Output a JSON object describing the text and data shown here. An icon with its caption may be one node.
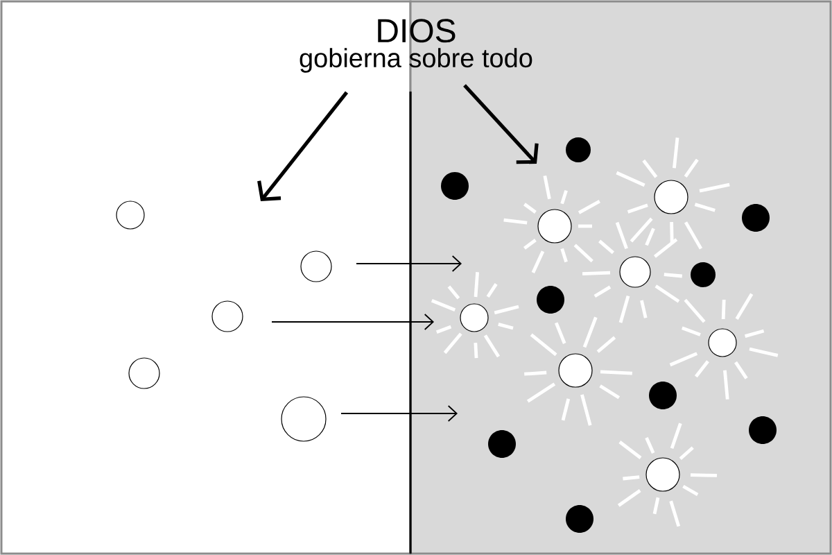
{
  "diagram": {
    "nodes": [
      {
        "text": [
          "DIOS",
          "gobierna sobre todo"
        ]
      },
      {
        "text": [],
        "shape": "box"
      },
      {
        "text": [],
        "shape": "box"
      }
    ],
    "edges": [
      {
        "from": 0,
        "to": 1,
        "arrow": "to",
        "style": "thick"
      },
      {
        "from": 0,
        "to": 2,
        "arrow": "to",
        "style": "thick"
      },
      {
        "from": 1,
        "to": 2,
        "arrow": "to"
      },
      {
        "from": 1,
        "to": 2,
        "arrow": "to"
      },
      {
        "from": 1,
        "to": 2,
        "arrow": "to"
      }
    ]
  }
}
